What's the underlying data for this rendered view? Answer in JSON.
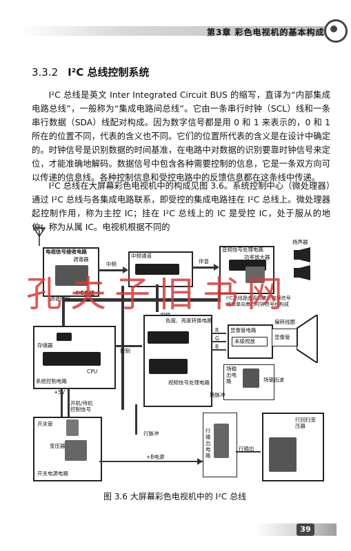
{
  "header": {
    "chapter_text": "第3章  彩色电视机的基本构成"
  },
  "section": {
    "number": "3.3.2",
    "title": "I²C 总线控制系统"
  },
  "paragraphs": [
    "I²C 总线是英文 Inter Integrated Circuit BUS 的缩写，直译为“内部集成电路总线”，一般称为“集成电路间总线”。它由一条串行时钟（SCL）线和一条串行数据（SDA）线配对构成。因为数字信号都是用 0 和 1 来表示的，0 和 1 所在的位置不同，代表的含义也不同。它们的位置所代表的含义是在设计中确定的。时钟信号是识别数据的时间基准，在电路中对数据的识别要靠时钟信号来定位，才能准确地解码。数据信号中包含各种需要控制的信息，它是一条双方向可以传递的信息线。各种控制信息和受控电路中的反馈信息都在这条线中传递。",
    "I²C 总线在大屏幕彩色电视机中的构成见图 3.6。系统控制中心（微处理器）通过 I²C 总线与各集成电路联系，即受控的集成电路挂在 I²C 总线上。微处理器起控制作用，称为主控 IC；挂在 I²C 总线上的 IC 是受控 IC，处于服从的地位，称为从属 IC。电视机根据不同的"
  ],
  "diagram": {
    "labels": {
      "antenna": "天线",
      "tv_signal": "电视信号接收电路",
      "tuner": "调谐器",
      "tuning_control": "调谐控制",
      "i2c_bus": "I²C总线",
      "if_channel": "中频通道",
      "if_signal": "中频",
      "audio_processing": "音频信号处理电路",
      "power_amp": "功率放大器",
      "speaker": "扬声器",
      "audio_out": "伴音",
      "video": "视频",
      "i2c_note": "I²C总线是由双向串行数据信号线和单向串行时钟信号线构成",
      "memory": "存储器",
      "cpu": "CPU",
      "system_control": "系统控制电路",
      "control": "控制",
      "color_brightness": "色度、亮度转换电路",
      "video_processing": "视频信号处理电路",
      "r": "R",
      "g": "G",
      "b": "B",
      "crt_circuit": "显像管电路",
      "final_amp": "末级视放",
      "deflection_coil": "偏转线圈",
      "crt": "显像管",
      "field_output": "场输出电路",
      "field_sawtooth": "场锯齿波",
      "field_pulse": "场脉冲",
      "plus5v": "+5V",
      "power_switch_signal": "开机/待机控制信号",
      "switch_tube": "开关管",
      "transformer": "变压器",
      "switching_power": "开关电源电路",
      "line_pulse": "行脉冲",
      "line_output_circuit": "行输出电路",
      "line_output": "行输出",
      "flyback_transformer": "行回扫变压器",
      "b_power": "+B电源"
    }
  },
  "watermark": "孔夫子旧书网",
  "caption": "图 3.6    大屏幕彩色电视机中的 I²C 总线",
  "page_number": "39"
}
